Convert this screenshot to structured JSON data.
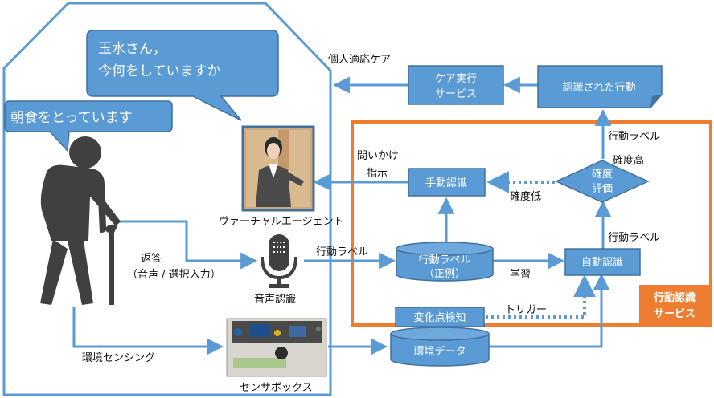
{
  "colors": {
    "box_fill": "#5b9bd5",
    "box_stroke": "#41719c",
    "arrow": "#5b9bd5",
    "service_border": "#ed7d31",
    "home_border": "#5b9bd5",
    "person": "#404040"
  },
  "speech": {
    "agent": [
      "玉水さん，",
      "今何をしていますか"
    ],
    "person": "朝食をとっています"
  },
  "labels": {
    "personal_care": "個人適応ケア",
    "virtual_agent": "ヴァーチャルエージェント",
    "question": [
      "問いかけ",
      "指示"
    ],
    "reply": [
      "返答",
      "（音声 / 選択入力）"
    ],
    "speech_recognition": "音声認識",
    "env_sensing": "環境センシング",
    "sensor_box": "センサボックス",
    "action_label_to_store": "行動ラベル",
    "learning": "学習",
    "trigger": "トリガー",
    "action_label_top": "行動ラベル",
    "confidence_high": "確度高",
    "confidence_low": "確度低",
    "action_label_auto": "行動ラベル"
  },
  "nodes": {
    "care_service": [
      "ケア実行",
      "サービス"
    ],
    "recognized_action": "認識された行動",
    "manual_recognition": "手動認識",
    "confidence_eval": [
      "確度",
      "評価"
    ],
    "label_store": [
      "行動ラベル",
      "（正例）"
    ],
    "auto_recognition": "自動認識",
    "change_detection": "変化点検知",
    "env_data": "環境データ"
  },
  "service_title": [
    "行動認識",
    "サービス"
  ],
  "icons": [
    "person-with-cane-icon",
    "microphone-icon",
    "virtual-agent-image",
    "sensor-box-image"
  ]
}
